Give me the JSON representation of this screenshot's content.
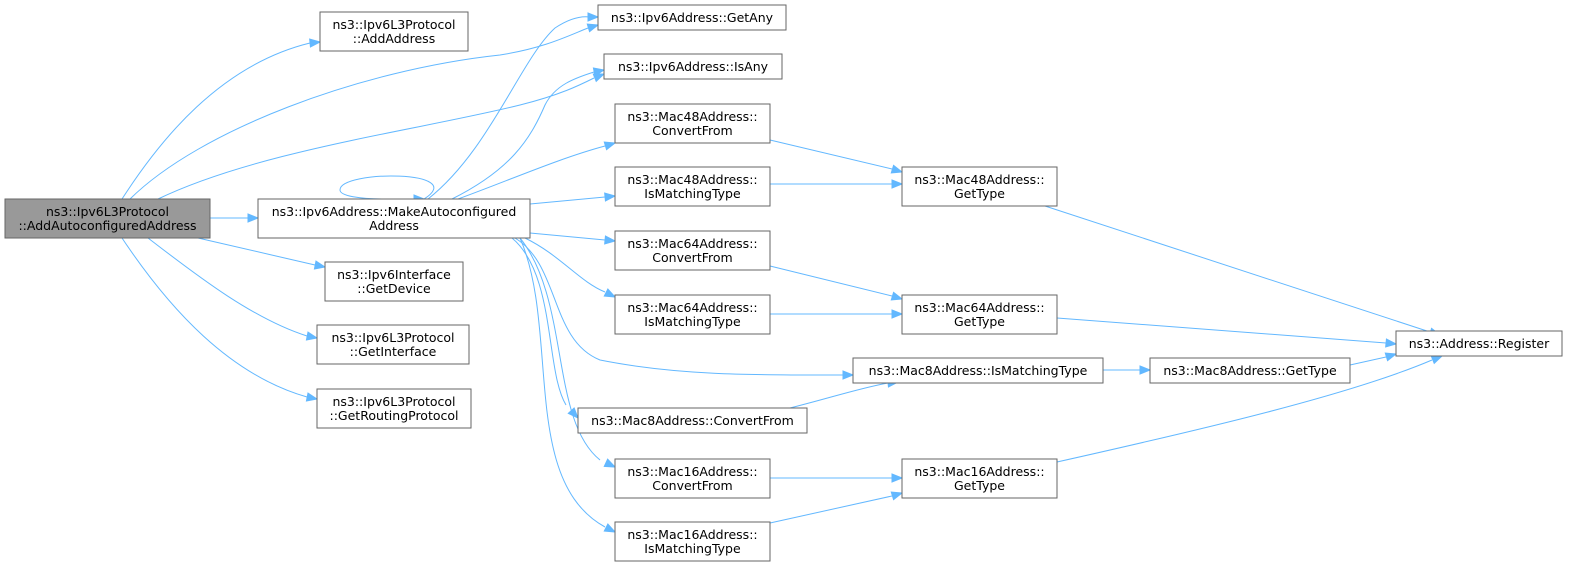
{
  "graph": {
    "edge_color": "#63b8ff",
    "node_border_color": "#666666",
    "root_fill_color": "#999999",
    "nodes": [
      {
        "id": "root",
        "lines": [
          "ns3::Ipv6L3Protocol",
          "::AddAutoconfiguredAddress"
        ],
        "root": true
      },
      {
        "id": "l3_addaddress",
        "lines": [
          "ns3::Ipv6L3Protocol",
          "::AddAddress"
        ]
      },
      {
        "id": "ipv6_getany",
        "lines": [
          "ns3::Ipv6Address::GetAny"
        ]
      },
      {
        "id": "ipv6_isany",
        "lines": [
          "ns3::Ipv6Address::IsAny"
        ]
      },
      {
        "id": "ipv6_makeauto",
        "lines": [
          "ns3::Ipv6Address::MakeAutoconfigured",
          "Address"
        ]
      },
      {
        "id": "iface_getdevice",
        "lines": [
          "ns3::Ipv6Interface",
          "::GetDevice"
        ]
      },
      {
        "id": "l3_getinterface",
        "lines": [
          "ns3::Ipv6L3Protocol",
          "::GetInterface"
        ]
      },
      {
        "id": "l3_getrouting",
        "lines": [
          "ns3::Ipv6L3Protocol",
          "::GetRoutingProtocol"
        ]
      },
      {
        "id": "mac48_convert",
        "lines": [
          "ns3::Mac48Address::",
          "ConvertFrom"
        ]
      },
      {
        "id": "mac48_ismatch",
        "lines": [
          "ns3::Mac48Address::",
          "IsMatchingType"
        ]
      },
      {
        "id": "mac64_convert",
        "lines": [
          "ns3::Mac64Address::",
          "ConvertFrom"
        ]
      },
      {
        "id": "mac64_ismatch",
        "lines": [
          "ns3::Mac64Address::",
          "IsMatchingType"
        ]
      },
      {
        "id": "mac8_ismatch",
        "lines": [
          "ns3::Mac8Address::IsMatchingType"
        ]
      },
      {
        "id": "mac8_convert",
        "lines": [
          "ns3::Mac8Address::ConvertFrom"
        ]
      },
      {
        "id": "mac16_convert",
        "lines": [
          "ns3::Mac16Address::",
          "ConvertFrom"
        ]
      },
      {
        "id": "mac16_ismatch",
        "lines": [
          "ns3::Mac16Address::",
          "IsMatchingType"
        ]
      },
      {
        "id": "mac48_gettype",
        "lines": [
          "ns3::Mac48Address::",
          "GetType"
        ]
      },
      {
        "id": "mac64_gettype",
        "lines": [
          "ns3::Mac64Address::",
          "GetType"
        ]
      },
      {
        "id": "mac8_gettype",
        "lines": [
          "ns3::Mac8Address::GetType"
        ]
      },
      {
        "id": "mac16_gettype",
        "lines": [
          "ns3::Mac16Address::",
          "GetType"
        ]
      },
      {
        "id": "addr_register",
        "lines": [
          "ns3::Address::Register"
        ]
      }
    ],
    "edges": [
      [
        "root",
        "l3_addaddress"
      ],
      [
        "root",
        "ipv6_getany"
      ],
      [
        "root",
        "ipv6_isany"
      ],
      [
        "root",
        "ipv6_makeauto"
      ],
      [
        "root",
        "iface_getdevice"
      ],
      [
        "root",
        "l3_getinterface"
      ],
      [
        "root",
        "l3_getrouting"
      ],
      [
        "ipv6_makeauto",
        "ipv6_makeauto"
      ],
      [
        "ipv6_makeauto",
        "ipv6_getany"
      ],
      [
        "ipv6_makeauto",
        "ipv6_isany"
      ],
      [
        "ipv6_makeauto",
        "mac48_convert"
      ],
      [
        "ipv6_makeauto",
        "mac48_ismatch"
      ],
      [
        "ipv6_makeauto",
        "mac64_convert"
      ],
      [
        "ipv6_makeauto",
        "mac64_ismatch"
      ],
      [
        "ipv6_makeauto",
        "mac8_ismatch"
      ],
      [
        "ipv6_makeauto",
        "mac8_convert"
      ],
      [
        "ipv6_makeauto",
        "mac16_convert"
      ],
      [
        "ipv6_makeauto",
        "mac16_ismatch"
      ],
      [
        "mac48_convert",
        "mac48_gettype"
      ],
      [
        "mac48_ismatch",
        "mac48_gettype"
      ],
      [
        "mac64_convert",
        "mac64_gettype"
      ],
      [
        "mac64_ismatch",
        "mac64_gettype"
      ],
      [
        "mac8_ismatch",
        "mac8_gettype"
      ],
      [
        "mac8_convert",
        "mac8_ismatch"
      ],
      [
        "mac16_convert",
        "mac16_gettype"
      ],
      [
        "mac16_ismatch",
        "mac16_gettype"
      ],
      [
        "mac48_gettype",
        "addr_register"
      ],
      [
        "mac64_gettype",
        "addr_register"
      ],
      [
        "mac8_gettype",
        "addr_register"
      ],
      [
        "mac16_gettype",
        "addr_register"
      ]
    ]
  }
}
